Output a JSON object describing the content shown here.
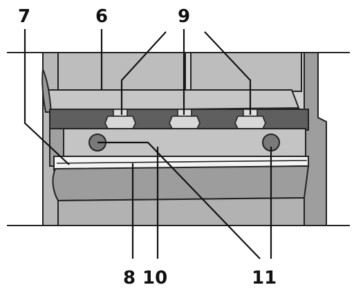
{
  "callouts": {
    "c6": "6",
    "c7": "7",
    "c8": "8",
    "c9": "9",
    "c10": "10",
    "c11": "11"
  },
  "colors": {
    "outline": "#222222",
    "light_gray": "#c9c9c9",
    "mid_gray": "#a9a9a9",
    "dark_gray": "#6f6f6f",
    "slot_dark": "#5a5a5a",
    "background": "#ffffff"
  }
}
